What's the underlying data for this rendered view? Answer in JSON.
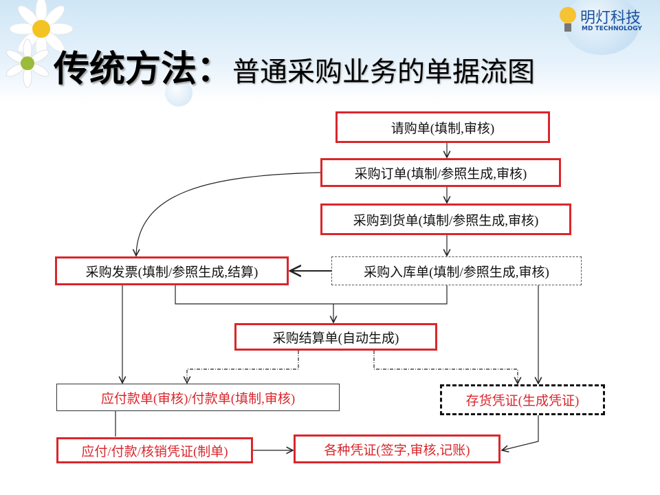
{
  "title": {
    "main": "传统方法：",
    "sub": "普通采购业务的单据流图"
  },
  "logo": {
    "name_cn": "明灯科技",
    "name_en": "MD TECHNOLOGY"
  },
  "colors": {
    "accent_red": "#d9262b",
    "logo_blue": "#1a4f9c"
  },
  "nodes": {
    "requisition": "请购单(填制,审核)",
    "purchase_order": "采购订单(填制/参照生成,审核)",
    "arrival": "采购到货单(填制/参照生成,审核)",
    "invoice": "采购发票(填制/参照生成,结算)",
    "receipt": "采购入库单(填制/参照生成,审核)",
    "settlement": "采购结算单(自动生成)",
    "payable": "应付款单(审核)/付款单(填制,审核)",
    "inventory_voucher": "存货凭证(生成凭证)",
    "payable_voucher": "应付/付款/核销凭证(制单)",
    "vouchers": "各种凭证(签字,审核,记账)"
  }
}
